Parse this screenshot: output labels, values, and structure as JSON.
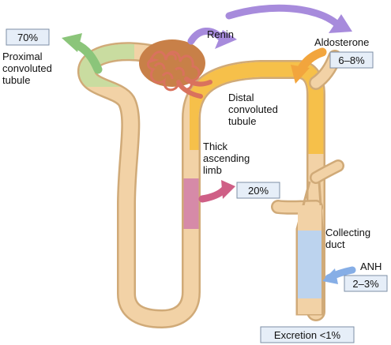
{
  "colors": {
    "tubule": "#f2d2a6",
    "tubule_outline": "#d0aa78",
    "proximal_band": "#c9dca0",
    "distal_band": "#f6c04a",
    "ascending_band": "#d68aa8",
    "collecting_band": "#bcd3ee",
    "glomerulus": "#d9725d",
    "capsule": "#c88048",
    "arrow_green": "#8bc57a",
    "arrow_purple": "#a78bdc",
    "arrow_orange": "#f2a53d",
    "arrow_pink": "#cf5f86",
    "arrow_blue": "#86aee6",
    "box_fill": "#e6eef8",
    "box_stroke": "#7d8fa6"
  },
  "labels": {
    "proximal": [
      "Proximal",
      "convoluted",
      "tubule"
    ],
    "renin": "Renin",
    "aldosterone": "Aldosterone",
    "distal": [
      "Distal",
      "convoluted",
      "tubule"
    ],
    "thick_ascending": [
      "Thick",
      "ascending",
      "limb"
    ],
    "collecting": [
      "Collecting",
      "duct"
    ],
    "anh": "ANH"
  },
  "boxes": {
    "proximal_pct": "70%",
    "aldosterone_pct": "6–8%",
    "ascending_pct": "20%",
    "anh_pct": "2–3%",
    "excretion": "Excretion <1%"
  },
  "icons": {
    "proximal_arrow": "curved-arrow-icon",
    "renin_arrow": "curved-arrow-icon",
    "aldosterone_arrow": "curved-arrow-icon",
    "ascending_arrow": "curved-arrow-icon",
    "anh_arrow": "arrow-icon"
  }
}
